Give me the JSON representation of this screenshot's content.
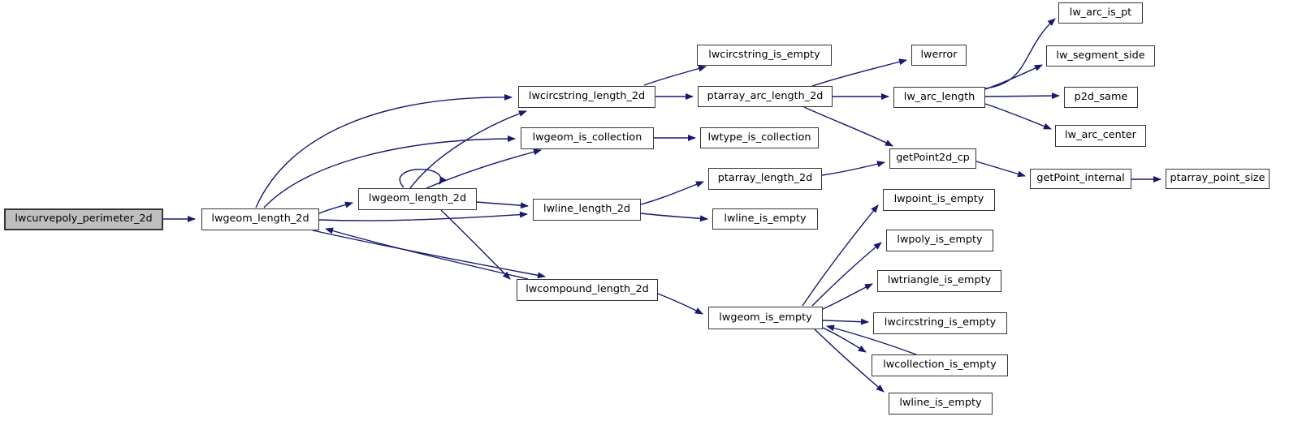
{
  "diagram": {
    "kind": "call-graph",
    "root": "lwcurvepoly_perimeter_2d"
  },
  "colors": {
    "background": "#ffffff",
    "edge": "#191970",
    "node_border": "#353535",
    "node_fill": "#ffffff",
    "highlight_fill": "#bfbfbf",
    "text": "#000000"
  },
  "nodes": {
    "lwcurvepoly_perimeter_2d": {
      "label": "lwcurvepoly_perimeter_2d"
    },
    "lwgeom_length_2d_a": {
      "label": "lwgeom_length_2d"
    },
    "lwgeom_length_2d_b": {
      "label": "lwgeom_length_2d"
    },
    "lwcircstring_length_2d": {
      "label": "lwcircstring_length_2d"
    },
    "lwgeom_is_collection": {
      "label": "lwgeom_is_collection"
    },
    "lwline_length_2d": {
      "label": "lwline_length_2d"
    },
    "lwcompound_length_2d": {
      "label": "lwcompound_length_2d"
    },
    "lwcircstring_is_empty_1": {
      "label": "lwcircstring_is_empty"
    },
    "ptarray_arc_length_2d": {
      "label": "ptarray_arc_length_2d"
    },
    "lwtype_is_collection": {
      "label": "lwtype_is_collection"
    },
    "ptarray_length_2d": {
      "label": "ptarray_length_2d"
    },
    "lwline_is_empty_1": {
      "label": "lwline_is_empty"
    },
    "lwgeom_is_empty": {
      "label": "lwgeom_is_empty"
    },
    "lwerror": {
      "label": "lwerror"
    },
    "lw_arc_length": {
      "label": "lw_arc_length"
    },
    "getPoint2d_cp": {
      "label": "getPoint2d_cp"
    },
    "lwpoint_is_empty": {
      "label": "lwpoint_is_empty"
    },
    "lwpoly_is_empty": {
      "label": "lwpoly_is_empty"
    },
    "lwtriangle_is_empty": {
      "label": "lwtriangle_is_empty"
    },
    "lwcircstring_is_empty_2": {
      "label": "lwcircstring_is_empty"
    },
    "lwcollection_is_empty": {
      "label": "lwcollection_is_empty"
    },
    "lwline_is_empty_2": {
      "label": "lwline_is_empty"
    },
    "lw_arc_is_pt": {
      "label": "lw_arc_is_pt"
    },
    "lw_segment_side": {
      "label": "lw_segment_side"
    },
    "p2d_same": {
      "label": "p2d_same"
    },
    "lw_arc_center": {
      "label": "lw_arc_center"
    },
    "getPoint_internal": {
      "label": "getPoint_internal"
    },
    "ptarray_point_size": {
      "label": "ptarray_point_size"
    }
  },
  "edges": [
    {
      "from": "lwcurvepoly_perimeter_2d",
      "to": "lwgeom_length_2d_a"
    },
    {
      "from": "lwgeom_length_2d_a",
      "to": "lwcircstring_length_2d"
    },
    {
      "from": "lwgeom_length_2d_a",
      "to": "lwgeom_is_collection"
    },
    {
      "from": "lwgeom_length_2d_a",
      "to": "lwgeom_length_2d_b"
    },
    {
      "from": "lwgeom_length_2d_a",
      "to": "lwline_length_2d"
    },
    {
      "from": "lwgeom_length_2d_a",
      "to": "lwcompound_length_2d"
    },
    {
      "from": "lwcompound_length_2d",
      "to": "lwgeom_length_2d_a"
    },
    {
      "from": "lwgeom_length_2d_b",
      "to": "lwgeom_length_2d_b"
    },
    {
      "from": "lwgeom_length_2d_b",
      "to": "lwcircstring_length_2d"
    },
    {
      "from": "lwgeom_length_2d_b",
      "to": "lwgeom_is_collection"
    },
    {
      "from": "lwgeom_length_2d_b",
      "to": "lwline_length_2d"
    },
    {
      "from": "lwgeom_length_2d_b",
      "to": "lwcompound_length_2d"
    },
    {
      "from": "lwcompound_length_2d",
      "to": "lwgeom_is_empty"
    },
    {
      "from": "lwcircstring_length_2d",
      "to": "lwcircstring_is_empty_1"
    },
    {
      "from": "lwcircstring_length_2d",
      "to": "ptarray_arc_length_2d"
    },
    {
      "from": "lwgeom_is_collection",
      "to": "lwtype_is_collection"
    },
    {
      "from": "lwline_length_2d",
      "to": "ptarray_length_2d"
    },
    {
      "from": "lwline_length_2d",
      "to": "lwline_is_empty_1"
    },
    {
      "from": "ptarray_arc_length_2d",
      "to": "lwerror"
    },
    {
      "from": "ptarray_arc_length_2d",
      "to": "lw_arc_length"
    },
    {
      "from": "ptarray_arc_length_2d",
      "to": "getPoint2d_cp"
    },
    {
      "from": "ptarray_length_2d",
      "to": "getPoint2d_cp"
    },
    {
      "from": "lw_arc_length",
      "to": "lw_arc_is_pt"
    },
    {
      "from": "lw_arc_length",
      "to": "lw_segment_side"
    },
    {
      "from": "lw_arc_length",
      "to": "p2d_same"
    },
    {
      "from": "lw_arc_length",
      "to": "lw_arc_center"
    },
    {
      "from": "getPoint2d_cp",
      "to": "getPoint_internal"
    },
    {
      "from": "getPoint_internal",
      "to": "ptarray_point_size"
    },
    {
      "from": "lwgeom_is_empty",
      "to": "lwpoint_is_empty"
    },
    {
      "from": "lwgeom_is_empty",
      "to": "lwpoly_is_empty"
    },
    {
      "from": "lwgeom_is_empty",
      "to": "lwtriangle_is_empty"
    },
    {
      "from": "lwgeom_is_empty",
      "to": "lwcircstring_is_empty_2"
    },
    {
      "from": "lwgeom_is_empty",
      "to": "lwcollection_is_empty"
    },
    {
      "from": "lwgeom_is_empty",
      "to": "lwline_is_empty_2"
    },
    {
      "from": "lwcollection_is_empty",
      "to": "lwgeom_is_empty"
    }
  ]
}
